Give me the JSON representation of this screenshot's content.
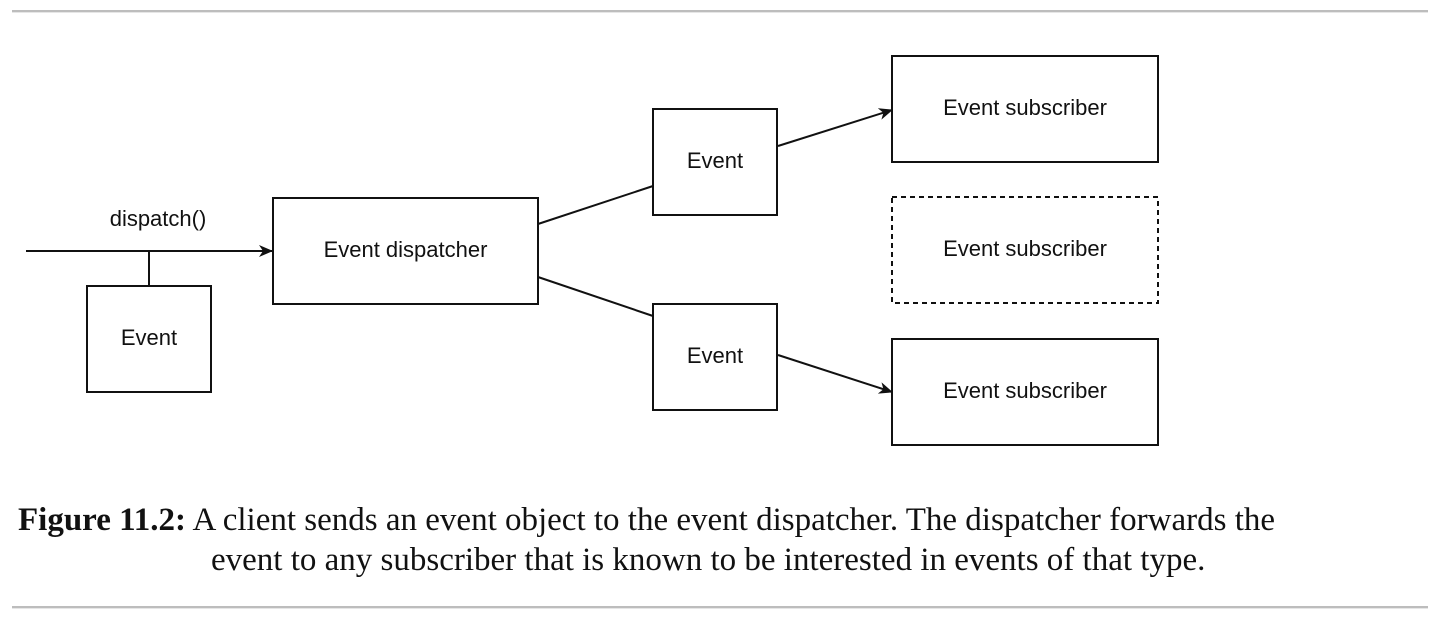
{
  "diagram": {
    "dispatch_label": "dispatch()",
    "input_event_label": "Event",
    "dispatcher_label": "Event dispatcher",
    "top_event_label": "Event",
    "bottom_event_label": "Event",
    "subscriber_top_label": "Event subscriber",
    "subscriber_middle_label": "Event subscriber",
    "subscriber_bottom_label": "Event subscriber"
  },
  "caption": {
    "label": "Figure 11.2:",
    "line1": "A client sends an event object to the event dispatcher. The dispatcher forwards the",
    "line2": "event to any subscriber that is known to be interested in events of that type."
  }
}
